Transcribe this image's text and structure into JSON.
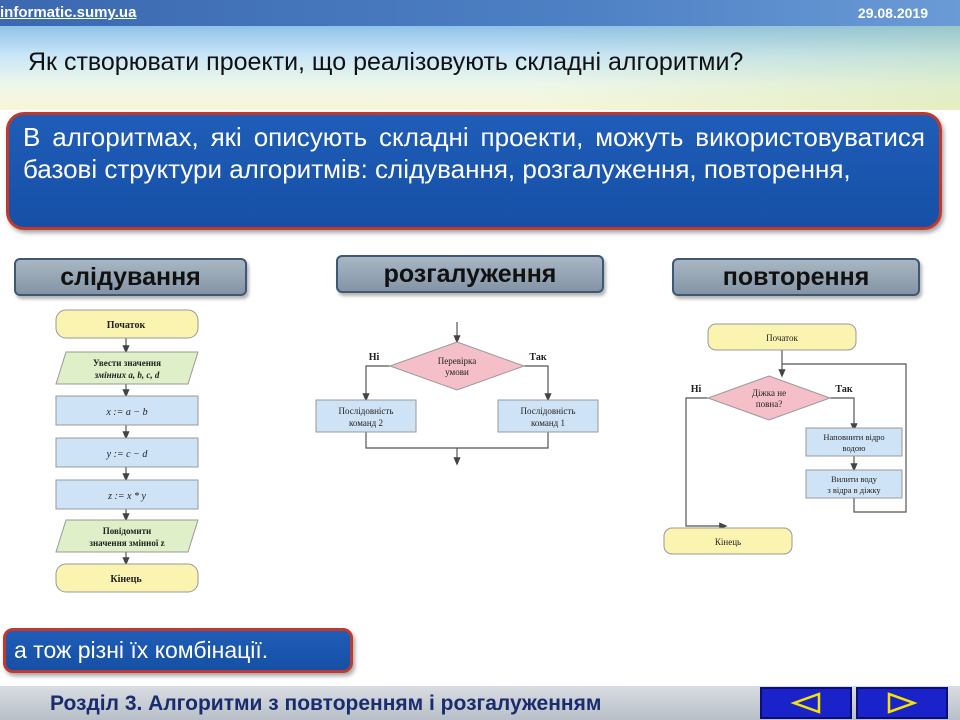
{
  "header": {
    "site": "informatic.sumy.ua",
    "date": "29.08.2019",
    "title": "Як створювати проекти, що реалізовують складні алгоритми?"
  },
  "intro": {
    "text": "В алгоритмах, які описують складні проекти, можуть використовуватися базові структури алгоритмів: слідування, розгалуження, повторення,"
  },
  "structures": {
    "sequence": {
      "label": "слідування",
      "blocks": [
        "Початок",
        "Увести значення",
        "змінних a, b, c, d",
        "x := a − b",
        "y := c − d",
        "z := x * y",
        "Повідомити",
        "значення змінної z",
        "Кінець"
      ]
    },
    "branch": {
      "label": "розгалуження",
      "condition": [
        "Перевірка",
        "умови"
      ],
      "no": "Ні",
      "yes": "Так",
      "left": [
        "Послідовність",
        "команд 2"
      ],
      "right": [
        "Послідовність",
        "команд 1"
      ]
    },
    "loop": {
      "label": "повторення",
      "start": "Початок",
      "condition": [
        "Діжка не",
        "повна?"
      ],
      "no": "Ні",
      "yes": "Так",
      "step1": [
        "Наповнити відро",
        "водою"
      ],
      "step2": [
        "Вилити воду",
        "з відра в діжку"
      ],
      "end": "Кінець"
    }
  },
  "combination": {
    "text": "а тож різні їх комбінації."
  },
  "footer": {
    "text": "Розділ 3. Алгоритми з повторенням і розгалуженням"
  },
  "colors": {
    "accent_blue": "#1f5db8",
    "border_red": "#c0392b",
    "nav_blue": "#1a23c9",
    "nav_arrow": "#f5e400",
    "terminal_fill": "#fbf3b0",
    "process_fill": "#cfe3f6",
    "io_fill": "#dff0c8",
    "decision_fill": "#f4bfc9"
  },
  "nav": {
    "prev_icon": "triangle-left-icon",
    "next_icon": "triangle-right-icon"
  }
}
